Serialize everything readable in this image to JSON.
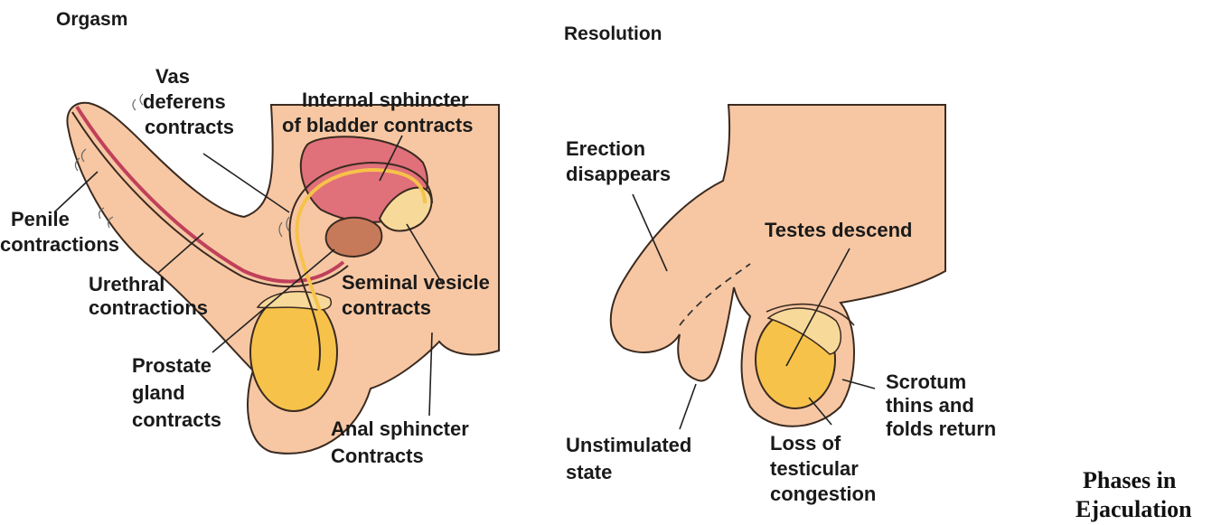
{
  "orgasm": {
    "title": "Orgasm",
    "labels": {
      "vas_deferens": [
        "Vas",
        "deferens",
        "contracts"
      ],
      "internal_sphincter": [
        "Internal sphincter",
        "of bladder contracts"
      ],
      "penile": [
        "Penile",
        "contractions"
      ],
      "urethral": [
        "Urethral",
        "contractions"
      ],
      "seminal_vesicle": [
        "Seminal vesicle",
        "contracts"
      ],
      "prostate": [
        "Prostate",
        "gland",
        "contracts"
      ],
      "anal_sphincter": [
        "Anal sphincter",
        "Contracts"
      ]
    }
  },
  "resolution": {
    "title": "Resolution",
    "labels": {
      "erection": [
        "Erection",
        "disappears"
      ],
      "testes": [
        "Testes descend"
      ],
      "scrotum": [
        "Scrotum",
        "thins and",
        "folds return"
      ],
      "unstimulated": [
        "Unstimulated",
        "state"
      ],
      "loss": [
        "Loss of",
        "testicular",
        "congestion"
      ]
    }
  },
  "caption": [
    "Phases in",
    "Ejaculation"
  ],
  "colors": {
    "skin": "#f7c7a3",
    "bladder": "#e0707a",
    "prostate": "#c77a5a",
    "testis": "#f6c24a",
    "vesicle": "#f7d99a",
    "urethra": "#c0405a"
  }
}
